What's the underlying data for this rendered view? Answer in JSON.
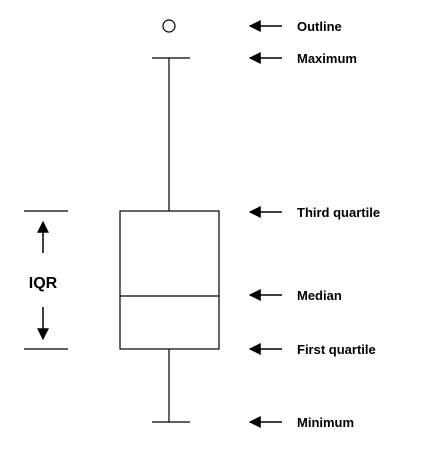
{
  "diagram": {
    "labels": {
      "outline": "Outline",
      "maximum": "Maximum",
      "third_quartile": "Third quartile",
      "median": "Median",
      "first_quartile": "First quartile",
      "minimum": "Minimum"
    },
    "iqr_label": "IQR"
  }
}
